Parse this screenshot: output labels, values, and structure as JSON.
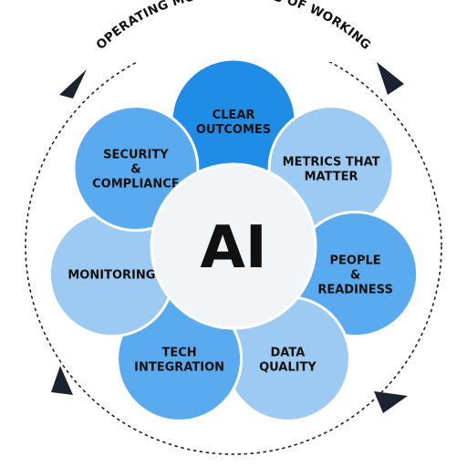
{
  "diagram": {
    "title": "OPERATING MODEL & WAYS OF WORKING",
    "center": {
      "label": "AI"
    },
    "petals": [
      {
        "id": "clear-outcomes",
        "lines": [
          "CLEAR",
          "OUTCOMES"
        ],
        "color": "#1f8ce6"
      },
      {
        "id": "metrics-that-matter",
        "lines": [
          "METRICS THAT",
          "MATTER"
        ],
        "color": "#9ccaf2"
      },
      {
        "id": "people-readiness",
        "lines": [
          "PEOPLE",
          "&",
          "READINESS"
        ],
        "color": "#5aaaf0"
      },
      {
        "id": "data-quality",
        "lines": [
          "DATA",
          "QUALITY"
        ],
        "color": "#9ccaf2"
      },
      {
        "id": "tech-integration",
        "lines": [
          "TECH",
          "INTEGRATION"
        ],
        "color": "#5aaaf0"
      },
      {
        "id": "monitoring",
        "lines": [
          "MONITORING"
        ],
        "color": "#9ccaf2"
      },
      {
        "id": "security-compliance",
        "lines": [
          "SECURITY",
          "&",
          "COMPLIANCE"
        ],
        "color": "#5aaaf0"
      }
    ],
    "colors": {
      "center_fill": "#f1f5f8",
      "outline": "#ffffff",
      "ring": "#222222",
      "text": "#111111"
    }
  }
}
